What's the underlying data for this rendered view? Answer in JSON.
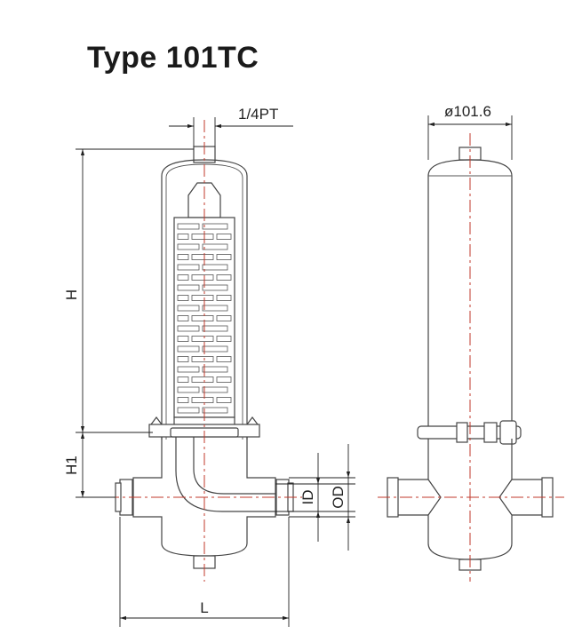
{
  "title": "Type 101TC",
  "dimensions": {
    "port": "1/4PT",
    "diameter": "ø101.6",
    "height": "H",
    "h1": "H1",
    "inner_diameter": "ID",
    "outer_diameter": "OD",
    "length": "L"
  },
  "colors": {
    "centerline": "#c0392b",
    "outline": "#444444",
    "dimension": "#222222"
  }
}
